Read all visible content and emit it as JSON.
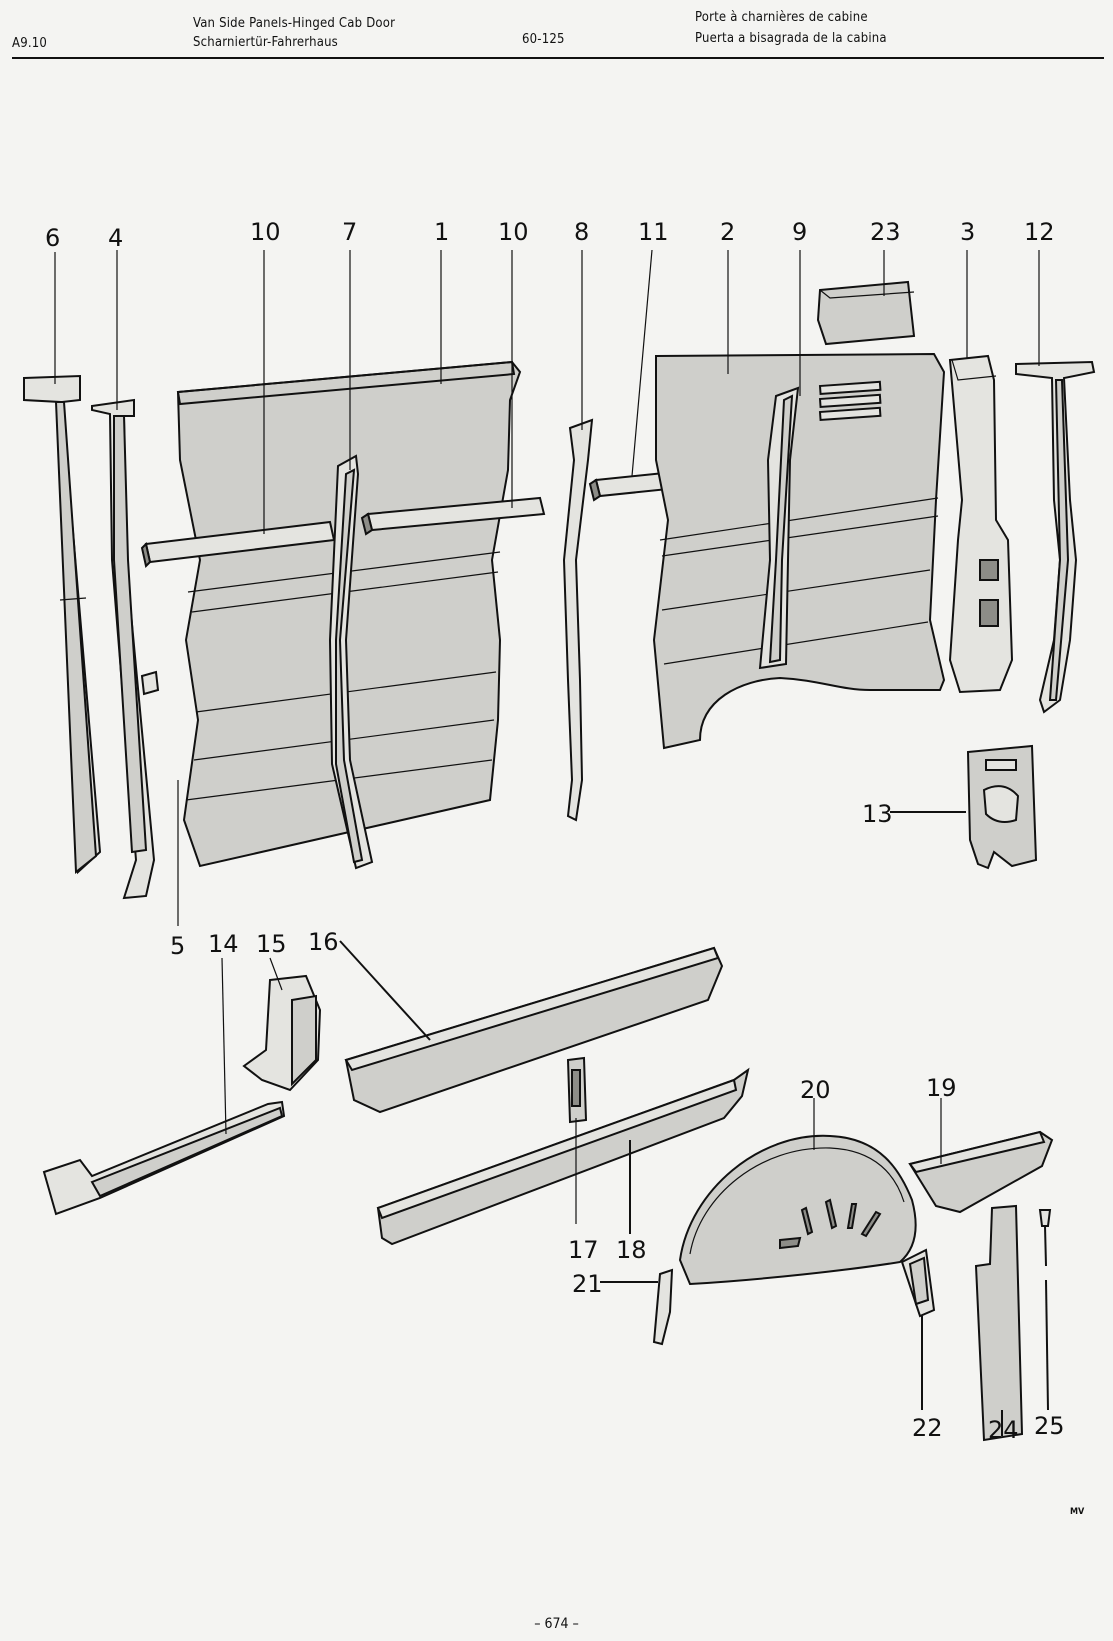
{
  "header": {
    "section": "A9.10",
    "title_en": "Van Side Panels-Hinged Cab Door",
    "title_de": "Scharniertür-Fahrerhaus",
    "ref": "60-125",
    "title_fr": "Porte à charnières de cabine",
    "title_es": "Puerta a bisagrada de la cabina"
  },
  "callouts": [
    "6",
    "4",
    "10",
    "7",
    "1",
    "10",
    "8",
    "11",
    "2",
    "9",
    "23",
    "3",
    "12",
    "13",
    "5",
    "14",
    "15",
    "16",
    "20",
    "19",
    "17",
    "18",
    "21",
    "22",
    "24",
    "25"
  ],
  "footer": {
    "page": "– 674 –",
    "artist_mark": "MV"
  }
}
